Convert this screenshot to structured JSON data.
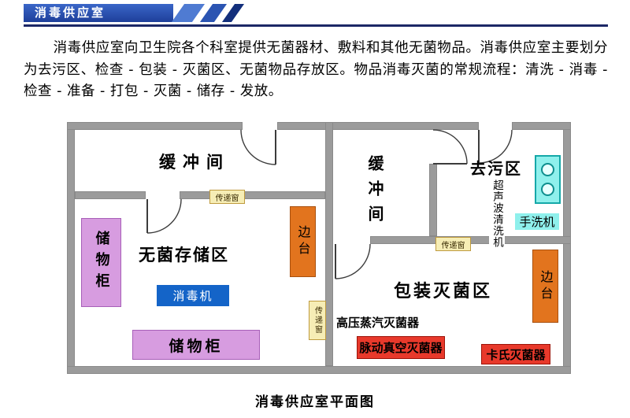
{
  "header": {
    "title": "消毒供应室",
    "brand_blue": "#1e3f9a"
  },
  "intro": {
    "text": "消毒供应室向卫生院各个科室提供无菌器材、敷料和其他无菌物品。消毒供应室主要划分为去污区、检查 - 包装 - 灭菌区、无菌物品存放区。物品消毒灭菌的常规流程：清洗 - 消毒 - 检查 - 准备 - 打包 - 灭菌 - 储存 - 发放。"
  },
  "floorplan": {
    "caption": "消毒供应室平面图",
    "rooms": {
      "buffer_left": {
        "label": "缓冲间"
      },
      "buffer_middle": {
        "label": "缓冲间"
      },
      "decontamination": {
        "label": "去污区"
      },
      "sterile_storage": {
        "label": "无菌存储区"
      },
      "packing_sterilization": {
        "label": "包装灭菌区"
      }
    },
    "equipment": {
      "cabinet_left": {
        "label": "储物柜"
      },
      "cabinet_bottom": {
        "label": "储物柜"
      },
      "disinfector": {
        "label": "消毒机"
      },
      "bench_left": {
        "label": "边台"
      },
      "bench_right": {
        "label": "边台"
      },
      "pass_window_top": {
        "label": "传递窗"
      },
      "pass_window_mid": {
        "label": "传递窗"
      },
      "pass_window_right": {
        "label": "传递窗"
      },
      "hand_washer": {
        "label": "手洗机"
      },
      "ultrasonic_cleaner": {
        "label": "超声波清洗机"
      },
      "autoclave": {
        "label": "高压蒸汽灭菌器"
      },
      "pulse_vacuum_sterilizer": {
        "label": "脉动真空灭菌器"
      },
      "cassette_sterilizer": {
        "label": "卡氏灭菌器"
      }
    },
    "colors": {
      "wall": "#9b9b9b",
      "cabinet": "#d79ce0",
      "bench": "#e2741e",
      "pass_window": "#f6edb5",
      "disinfector": "#1464c8",
      "sterilizer_red": "#e8392b",
      "hand_washer_cyan": "#8ff0ec"
    }
  }
}
